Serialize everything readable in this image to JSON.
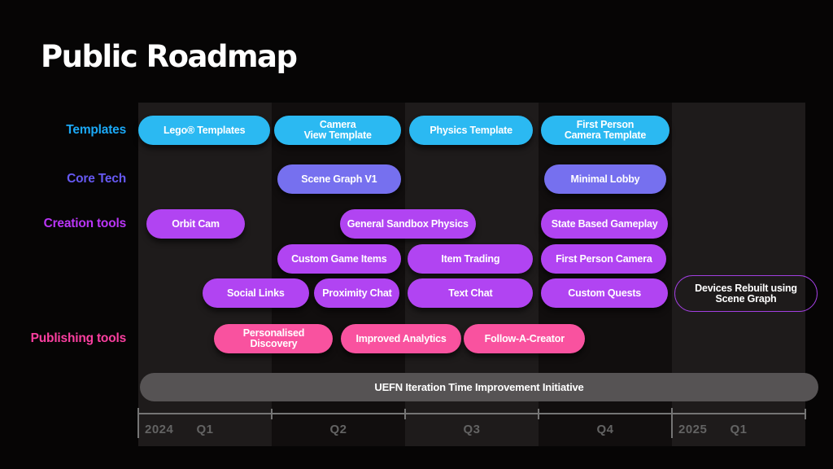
{
  "title": "Public Roadmap",
  "colors": {
    "cyan": "#2bb9f2",
    "indigo": "#7670ef",
    "purple": "#b144f2",
    "pink": "#f9529f",
    "banner_grey": "#565354",
    "outline_purple": "#a13fe0",
    "label_templates": "#1ba9f7",
    "label_core_tech": "#6659f2",
    "label_creation_tools": "#b935f7",
    "label_publishing_tools": "#fb3fa0",
    "stripe_light": "#1e1b1b",
    "stripe_dark": "#110e0e",
    "axis_grey": "#636363"
  },
  "row_labels": [
    {
      "id": "templates",
      "label": "Templates",
      "color": "label_templates"
    },
    {
      "id": "core-tech",
      "label": "Core Tech",
      "color": "label_core_tech"
    },
    {
      "id": "creation-tools",
      "label": "Creation tools",
      "color": "label_creation_tools"
    },
    {
      "id": "publishing-tools",
      "label": "Publishing tools",
      "color": "label_publishing_tools"
    }
  ],
  "axis": {
    "segments": [
      {
        "year": "2024",
        "quarter": "Q1"
      },
      {
        "quarter": "Q2"
      },
      {
        "quarter": "Q3"
      },
      {
        "quarter": "Q4"
      },
      {
        "year": "2025",
        "quarter": "Q1"
      }
    ]
  },
  "pills": [
    {
      "label": "Lego® Templates",
      "row": 1,
      "start": 0.0,
      "end": 0.99,
      "color": "cyan"
    },
    {
      "label": "Camera\nView Template",
      "row": 1,
      "start": 1.02,
      "end": 1.97,
      "color": "cyan"
    },
    {
      "label": "Physics Template",
      "row": 1,
      "start": 2.03,
      "end": 2.96,
      "color": "cyan"
    },
    {
      "label": "First Person\nCamera Template",
      "row": 1,
      "start": 3.02,
      "end": 3.98,
      "color": "cyan"
    },
    {
      "label": "Scene Graph V1",
      "row": 2,
      "start": 1.04,
      "end": 1.97,
      "color": "indigo"
    },
    {
      "label": "Minimal Lobby",
      "row": 2,
      "start": 3.04,
      "end": 3.96,
      "color": "indigo"
    },
    {
      "label": "Orbit Cam",
      "row": 3,
      "start": 0.06,
      "end": 0.8,
      "color": "purple"
    },
    {
      "label": "General Sandbox Physics",
      "row": 3,
      "start": 1.51,
      "end": 2.53,
      "color": "purple"
    },
    {
      "label": "State Based Gameplay",
      "row": 3,
      "start": 3.02,
      "end": 3.97,
      "color": "purple"
    },
    {
      "label": "Custom Game Items",
      "row": 4,
      "start": 1.04,
      "end": 1.97,
      "color": "purple"
    },
    {
      "label": "Item Trading",
      "row": 4,
      "start": 2.02,
      "end": 2.96,
      "color": "purple"
    },
    {
      "label": "First Person Camera",
      "row": 4,
      "start": 3.02,
      "end": 3.96,
      "color": "purple"
    },
    {
      "label": "Social Links",
      "row": 5,
      "start": 0.48,
      "end": 1.28,
      "color": "purple"
    },
    {
      "label": "Proximity Chat",
      "row": 5,
      "start": 1.32,
      "end": 1.96,
      "color": "purple"
    },
    {
      "label": "Text Chat",
      "row": 5,
      "start": 2.02,
      "end": 2.96,
      "color": "purple"
    },
    {
      "label": "Custom Quests",
      "row": 5,
      "start": 3.02,
      "end": 3.97,
      "color": "purple"
    },
    {
      "label": "Devices Rebuilt using\nScene Graph",
      "row": 5,
      "start": 4.02,
      "end": 5.09,
      "color": "outline",
      "tall": true
    },
    {
      "label": "Personalised\nDiscovery",
      "row": 6,
      "start": 0.57,
      "end": 1.46,
      "color": "pink"
    },
    {
      "label": "Improved Analytics",
      "row": 6,
      "start": 1.52,
      "end": 2.42,
      "color": "pink"
    },
    {
      "label": "Follow-A-Creator",
      "row": 6,
      "start": 2.44,
      "end": 3.35,
      "color": "pink"
    }
  ],
  "banner": {
    "label": "UEFN Iteration Time Improvement Initiative",
    "start": 0.01,
    "end": 5.1
  }
}
